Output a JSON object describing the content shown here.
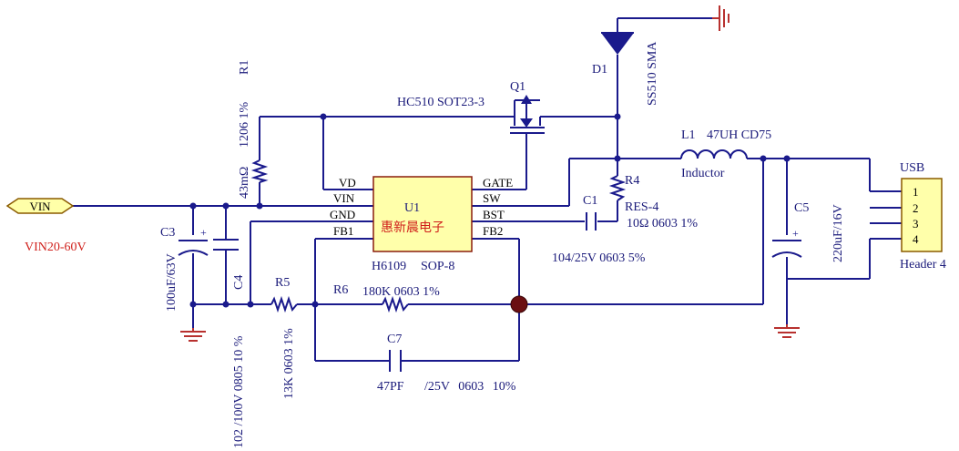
{
  "net": {
    "vin_port": "VIN",
    "vin_range": "VIN20-60V"
  },
  "u1": {
    "ref": "U1",
    "mfr": "惠新晨电子",
    "part": "H6109",
    "pkg": "SOP-8",
    "pins_left": [
      "VD",
      "VIN",
      "GND",
      "FB1"
    ],
    "pins_right": [
      "GATE",
      "SW",
      "BST",
      "FB2"
    ]
  },
  "r1": {
    "ref": "R1",
    "spec": "1206 1%",
    "value": "43mΩ"
  },
  "q1": {
    "ref": "Q1",
    "part": "HC510 SOT23-3"
  },
  "d1": {
    "ref": "D1",
    "part": "SS510 SMA"
  },
  "l1": {
    "ref": "L1",
    "spec": "47UH CD75",
    "name": "Inductor"
  },
  "r4": {
    "ref": "R4",
    "type": "RES-4",
    "spec": "10Ω 0603 1%"
  },
  "c1": {
    "ref": "C1",
    "spec": "104/25V 0603 5%"
  },
  "c3": {
    "ref": "C3",
    "spec": "100uF/63V"
  },
  "c4": {
    "ref": "C4",
    "spec": "102 /100V 0805 10 %"
  },
  "r5": {
    "ref": "R5",
    "spec": "13K 0603 1%"
  },
  "r6": {
    "ref": "R6",
    "spec": "180K 0603 1%"
  },
  "c7": {
    "ref": "C7",
    "value": "47PF",
    "spec": "/25V 0603 10%"
  },
  "c5": {
    "ref": "C5",
    "spec": "220uF/16V"
  },
  "usb": {
    "ref": "USB",
    "name": "Header 4",
    "pins": [
      "1",
      "2",
      "3",
      "4"
    ]
  }
}
